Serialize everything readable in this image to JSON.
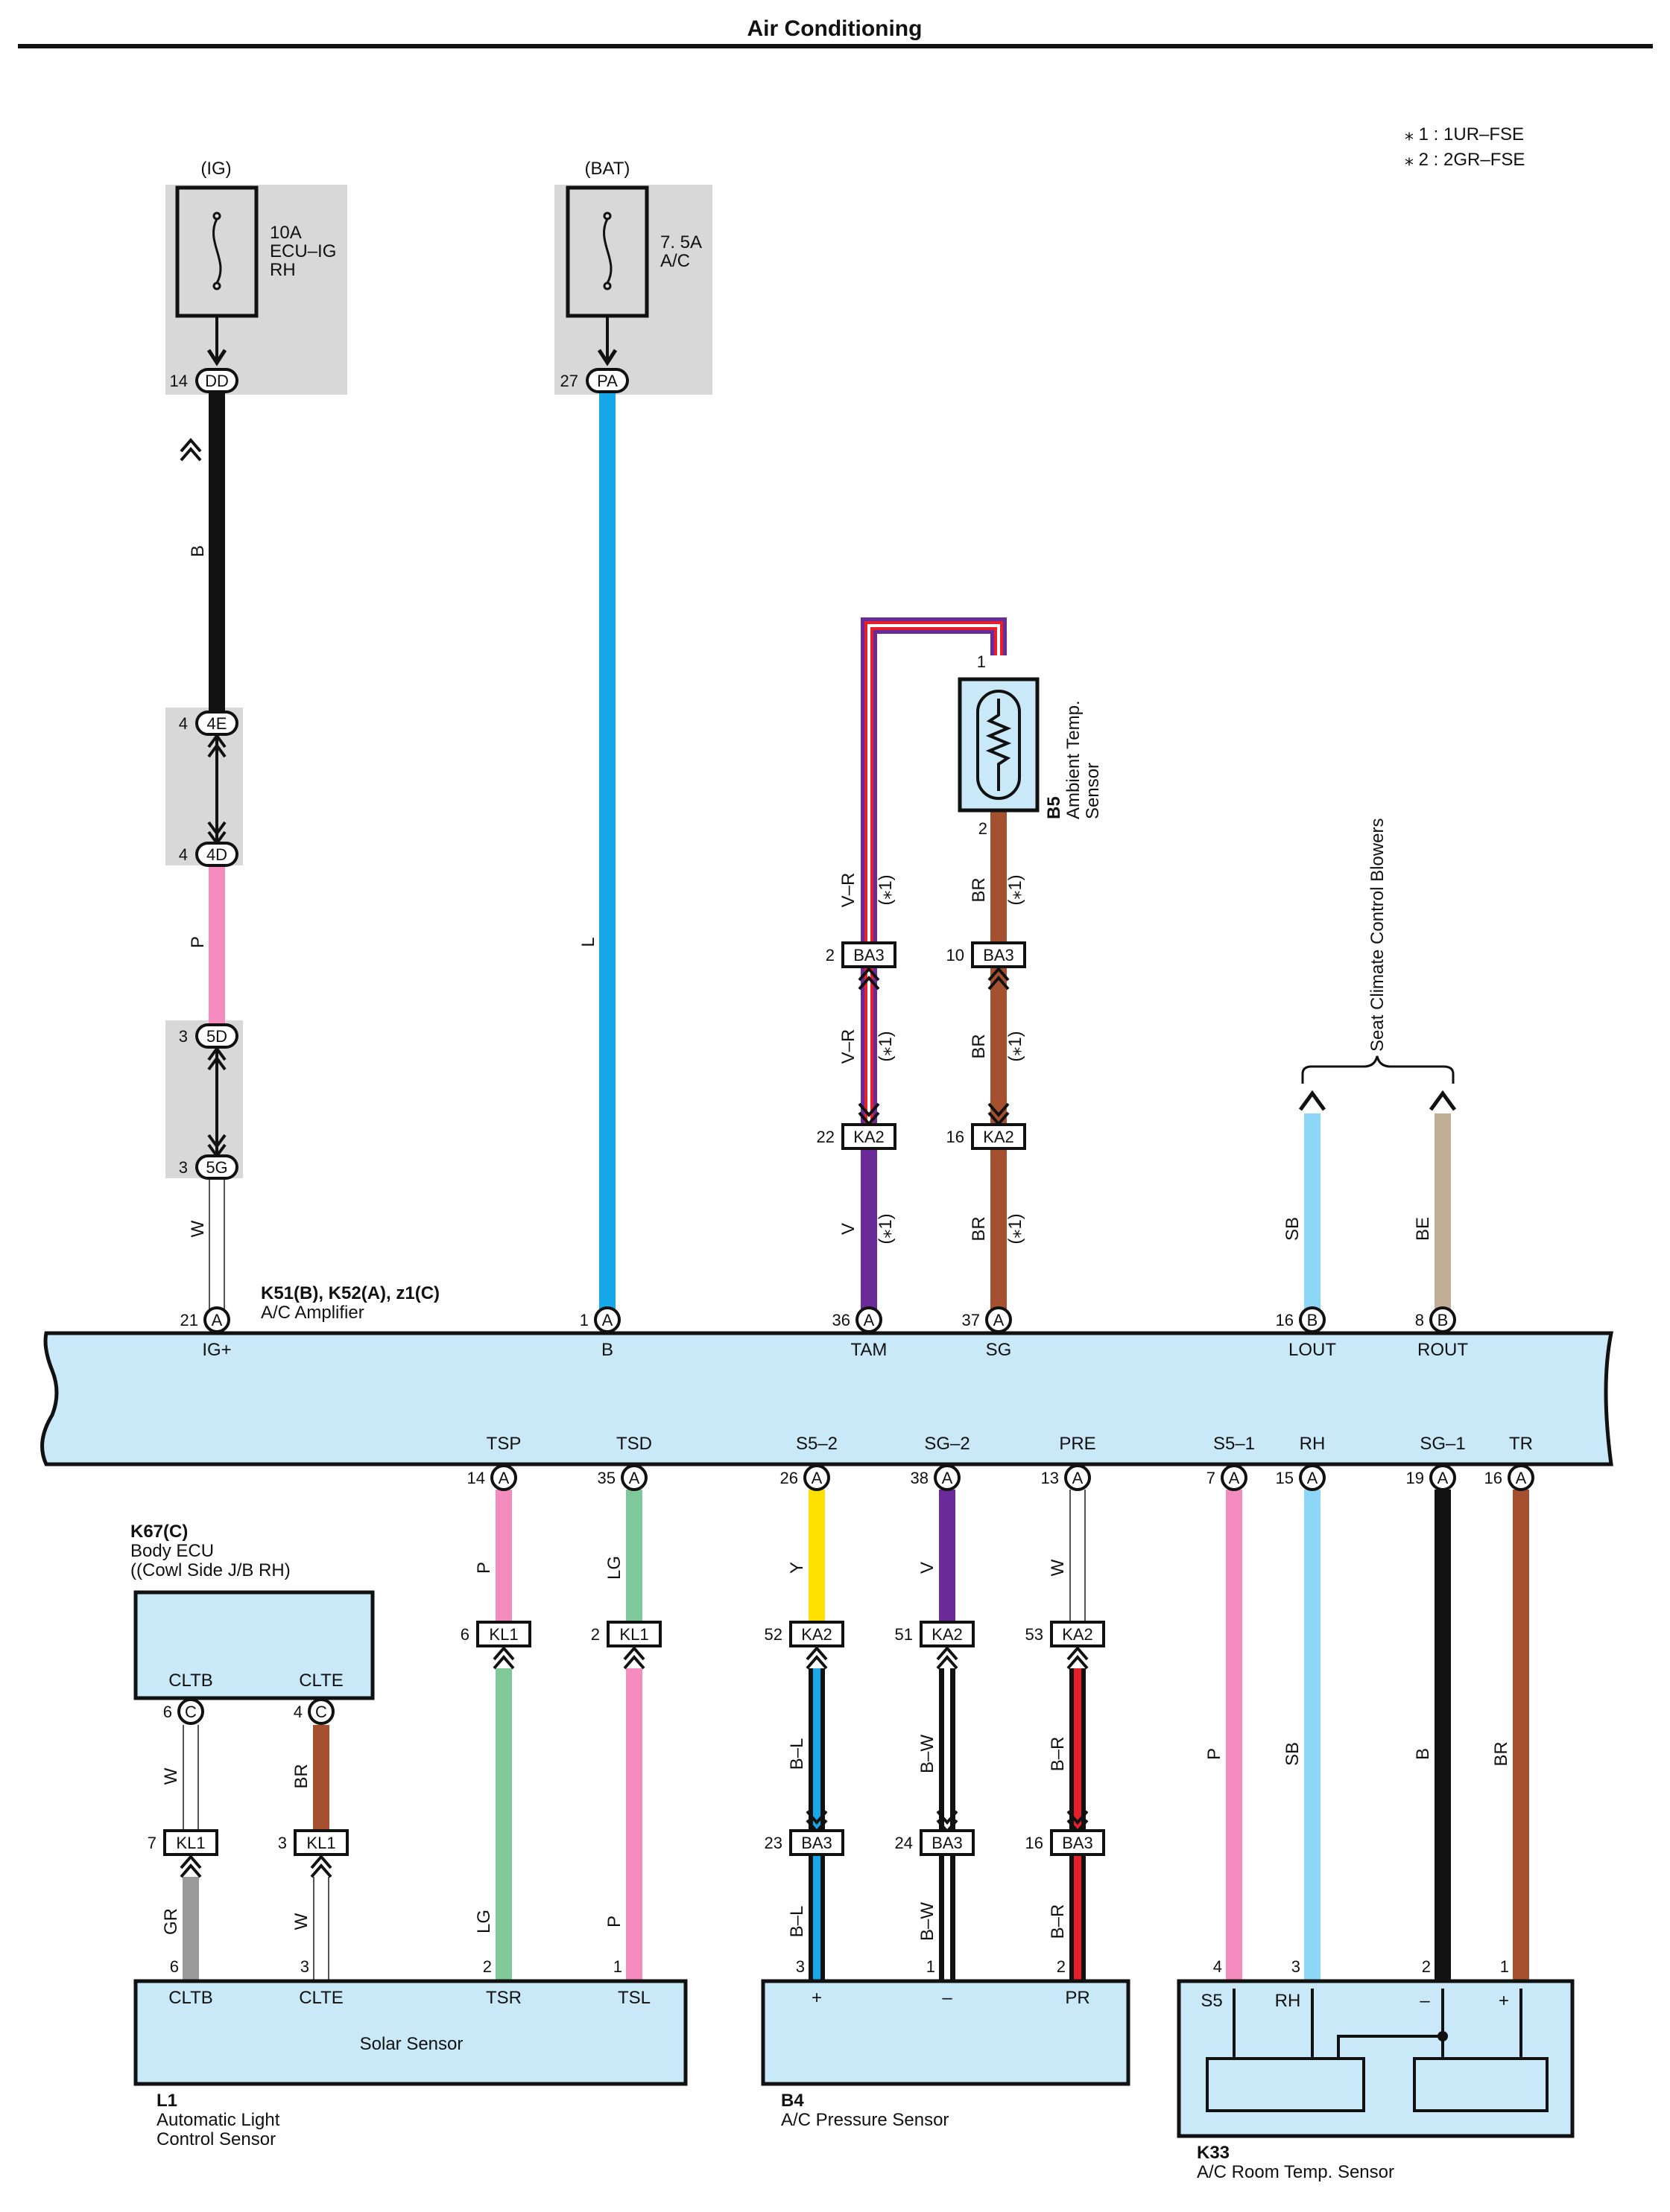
{
  "title": "Air Conditioning",
  "notes": [
    "⁎ 1 : 1UR–FSE",
    "⁎ 2 : 2GR–FSE"
  ],
  "colors": {
    "B": "#111111",
    "L": "#16a8e8",
    "P": "#f48cbf",
    "W": "#ffffff",
    "V": "#6a2a97",
    "R": "#e5202a",
    "BR": "#a5512f",
    "SB": "#8ed6f7",
    "BE": "#c0ad94",
    "LG": "#7ec89a",
    "Y": "#ffe000",
    "GR": "#9a9a9a",
    "panel": "#c9e9f8",
    "shade": "#d8d8d8"
  },
  "fuses": {
    "ig": {
      "source": "(IG)",
      "rating": "10A",
      "name1": "ECU–IG",
      "name2": "RH",
      "pin": "14",
      "conn": "DD"
    },
    "bat": {
      "source": "(BAT)",
      "rating": "7. 5A",
      "name1": "A/C",
      "pin": "27",
      "conn": "PA"
    }
  },
  "junctions": {
    "j4e": {
      "pin": "4",
      "conn": "4E"
    },
    "j4d": {
      "pin": "4",
      "conn": "4D"
    },
    "j5d": {
      "pin": "3",
      "conn": "5D"
    },
    "j5g": {
      "pin": "3",
      "conn": "5G"
    }
  },
  "sensor_b5": {
    "pin_top": "1",
    "pin_bottom": "2",
    "id": "B5",
    "name1": "Ambient Temp.",
    "name2": "Sensor"
  },
  "blowers": "Seat Climate Control Blowers",
  "amplifier": {
    "id": "K51(B), K52(A), z1(C)",
    "name": "A/C Amplifier",
    "top_pins": [
      {
        "num": "21",
        "conn": "A",
        "label": "IG+"
      },
      {
        "num": "1",
        "conn": "A",
        "label": "B"
      },
      {
        "num": "36",
        "conn": "A",
        "label": "TAM"
      },
      {
        "num": "37",
        "conn": "A",
        "label": "SG"
      },
      {
        "num": "16",
        "conn": "B",
        "label": "LOUT"
      },
      {
        "num": "8",
        "conn": "B",
        "label": "ROUT"
      }
    ],
    "bottom_pins": [
      {
        "num": "14",
        "conn": "A",
        "label": "TSP"
      },
      {
        "num": "35",
        "conn": "A",
        "label": "TSD"
      },
      {
        "num": "26",
        "conn": "A",
        "label": "S5–2"
      },
      {
        "num": "38",
        "conn": "A",
        "label": "SG–2"
      },
      {
        "num": "13",
        "conn": "A",
        "label": "PRE"
      },
      {
        "num": "7",
        "conn": "A",
        "label": "S5–1"
      },
      {
        "num": "15",
        "conn": "A",
        "label": "RH"
      },
      {
        "num": "19",
        "conn": "A",
        "label": "SG–1"
      },
      {
        "num": "16",
        "conn": "A",
        "label": "TR"
      }
    ]
  },
  "wire_labels": {
    "ig_upper": "B",
    "ig_mid": "P",
    "ig_low": "W",
    "bat": "L",
    "tam_top": "V–R",
    "tam_mid": "V–R",
    "tam_low": "V",
    "sg_top": "BR",
    "sg_mid": "BR",
    "sg_low": "BR",
    "note1": "(⁎1)",
    "lout": "SB",
    "rout": "BE",
    "tsp_top": "P",
    "tsp_low": "LG",
    "tsd_top": "LG",
    "tsd_low": "P",
    "s52_top": "Y",
    "s52_low1": "B–L",
    "s52_low2": "B–L",
    "sg2_top": "V",
    "sg2_low1": "B–W",
    "sg2_low2": "B–W",
    "pre_top": "W",
    "pre_low1": "B–R",
    "pre_low2": "B–R",
    "s51": "P",
    "rh": "SB",
    "sg1": "B",
    "tr": "BR",
    "cltb_top": "W",
    "cltb_low": "GR",
    "clte_top": "BR",
    "clte_low": "W"
  },
  "connectors": {
    "ba3_tam": {
      "pin": "2",
      "conn": "BA3"
    },
    "ba3_sg": {
      "pin": "10",
      "conn": "BA3"
    },
    "ka2_tam": {
      "pin": "22",
      "conn": "KA2"
    },
    "ka2_sg": {
      "pin": "16",
      "conn": "KA2"
    },
    "kl1_tsp": {
      "pin": "6",
      "conn": "KL1"
    },
    "kl1_tsd": {
      "pin": "2",
      "conn": "KL1"
    },
    "ka2_s52": {
      "pin": "52",
      "conn": "KA2"
    },
    "ka2_sg2": {
      "pin": "51",
      "conn": "KA2"
    },
    "ka2_pre": {
      "pin": "53",
      "conn": "KA2"
    },
    "ba3_s52": {
      "pin": "23",
      "conn": "BA3"
    },
    "ba3_sg2": {
      "pin": "24",
      "conn": "BA3"
    },
    "ba3_pre": {
      "pin": "16",
      "conn": "BA3"
    },
    "kl1_cltb": {
      "pin": "7",
      "conn": "KL1"
    },
    "kl1_clte": {
      "pin": "3",
      "conn": "KL1"
    }
  },
  "body_ecu": {
    "id": "K67(C)",
    "name1": "Body ECU",
    "name2": "((Cowl Side J/B RH)",
    "pins": [
      {
        "num": "6",
        "conn": "C",
        "label": "CLTB"
      },
      {
        "num": "4",
        "conn": "C",
        "label": "CLTE"
      }
    ]
  },
  "solar": {
    "label": "Solar Sensor",
    "id": "L1",
    "name1": "Automatic Light",
    "name2": "Control Sensor",
    "pins": [
      {
        "num": "6",
        "label": "CLTB"
      },
      {
        "num": "3",
        "label": "CLTE"
      },
      {
        "num": "2",
        "label": "TSR"
      },
      {
        "num": "1",
        "label": "TSL"
      }
    ]
  },
  "pressure": {
    "id": "B4",
    "name": "A/C Pressure Sensor",
    "pins": [
      {
        "num": "3",
        "label": "+"
      },
      {
        "num": "1",
        "label": "–"
      },
      {
        "num": "2",
        "label": "PR"
      }
    ]
  },
  "room": {
    "id": "K33",
    "name": "A/C Room Temp.  Sensor",
    "pins": [
      {
        "num": "4",
        "label": "S5"
      },
      {
        "num": "3",
        "label": "RH"
      },
      {
        "num": "2",
        "label": "–"
      },
      {
        "num": "1",
        "label": "+"
      }
    ]
  }
}
